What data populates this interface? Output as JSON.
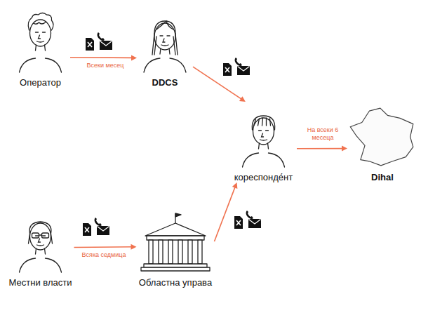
{
  "diagram": {
    "nodes": [
      {
        "text": [
          "Оператор"
        ]
      },
      {
        "text": [
          "DDCS"
        ]
      },
      {
        "text": [
          "кореспонде́нт"
        ]
      },
      {
        "text": [
          "Dihal"
        ]
      },
      {
        "text": [
          "Местни власти"
        ]
      },
      {
        "text": [
          "Областна управа"
        ]
      }
    ],
    "edges": [
      {
        "from": 0,
        "to": 1,
        "arrow": "to",
        "label": "Всеки месец"
      },
      {
        "from": 1,
        "to": 2,
        "arrow": "to"
      },
      {
        "from": 2,
        "to": 3,
        "arrow": "to",
        "label": "На всеки 6 месеца"
      },
      {
        "from": 4,
        "to": 5,
        "arrow": "to",
        "label": "Всяка седмица"
      },
      {
        "from": 5,
        "to": 2,
        "arrow": "to"
      }
    ]
  }
}
